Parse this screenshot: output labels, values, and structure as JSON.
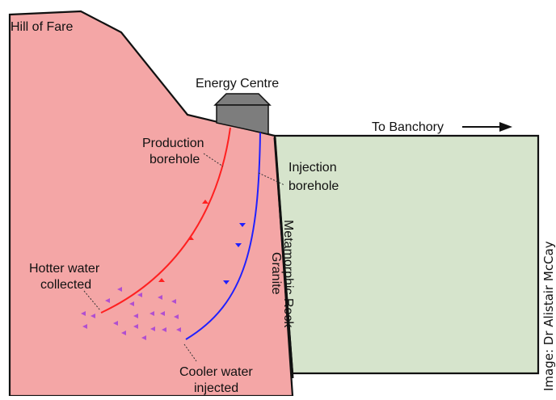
{
  "diagram": {
    "labels": {
      "hill": "Hill of Fare",
      "energy_centre": "Energy Centre",
      "banchory": "To Banchory",
      "production_line1": "Production",
      "production_line2": "borehole",
      "injection_line1": "Injection",
      "injection_line2": "borehole",
      "metamorphic": "Metamorphic Rock",
      "granite": "Granite",
      "hotter_line1": "Hotter water",
      "hotter_line2": "collected",
      "cooler_line1": "Cooler water",
      "cooler_line2": "injected"
    },
    "credit": "Image: Dr Alistair McCay",
    "colors": {
      "granite_fill": "#f4a6a6",
      "metamorphic_fill": "#d6e4cc",
      "building_fill": "#7d7d7d",
      "production_borehole": "#ff2020",
      "injection_borehole": "#2020ff",
      "flow_arrows": "#b04fd0"
    }
  }
}
